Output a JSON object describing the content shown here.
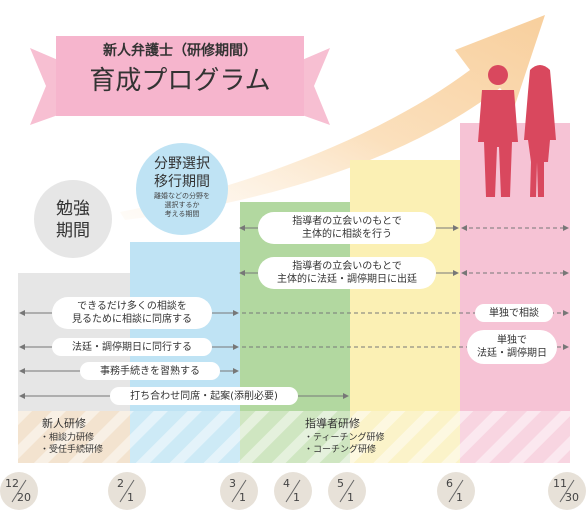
{
  "title": {
    "subtitle": "新人弁護士（研修期間）",
    "main": "育成プログラム"
  },
  "periods": {
    "study": "勉強\n期間",
    "transition": "分野選択\n移行期間",
    "transition_note": "離婚などの分野を\n選択するか\n考える期間"
  },
  "activities": [
    "指導者の立会いのもとで\n主体的に相談を行う",
    "指導者の立会いのもとで\n主体的に法廷・調停期日に出廷",
    "できるだけ多くの相談を\n見るために相談に同席する",
    "法廷・調停期日に同行する",
    "事務手続きを習熟する",
    "打ち合わせ同席・起案(添削必要)",
    "単独で相談",
    "単独で\n法廷・調停期日"
  ],
  "trainings": {
    "new_title": "新人研修",
    "new_items": [
      "・相談力研修",
      "・受任手続研修"
    ],
    "mentor_title": "指導者研修",
    "mentor_items": [
      "・ティーチング研修",
      "・コーチング研修"
    ]
  },
  "dates": [
    {
      "top": "12",
      "bottom": "20"
    },
    {
      "top": "2",
      "bottom": "1"
    },
    {
      "top": "3",
      "bottom": "1"
    },
    {
      "top": "4",
      "bottom": "1"
    },
    {
      "top": "5",
      "bottom": "1"
    },
    {
      "top": "6",
      "bottom": "1"
    },
    {
      "top": "11",
      "bottom": "30"
    }
  ],
  "colors": {
    "gray": "#e6e6e6",
    "blue": "#bfe3f4",
    "green": "#b2d8a0",
    "yellow": "#fbf0b4",
    "pink": "#f6c3d5",
    "pink_deep": "#f2a8c2",
    "arrow": "#fbe3c4",
    "figure": "#d9485e",
    "date_circle": "#e7e1d8"
  }
}
